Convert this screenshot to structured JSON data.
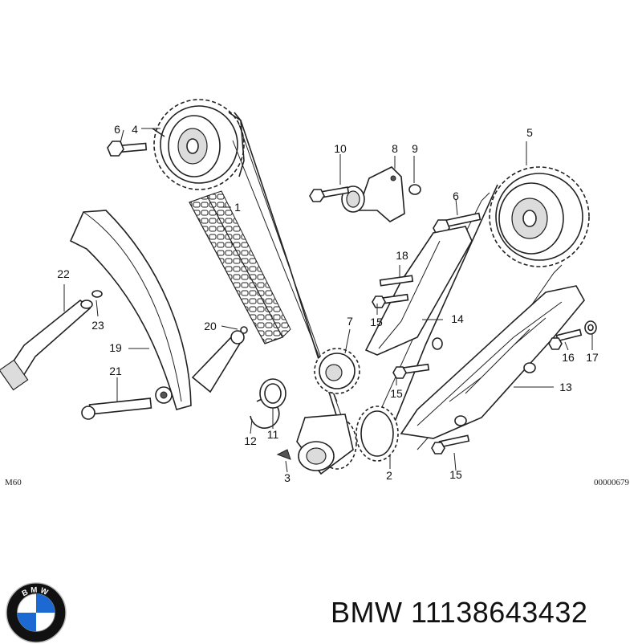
{
  "diagram": {
    "model_label": "M60",
    "drawing_number": "00000679",
    "callouts": {
      "c1": "1",
      "c2": "2",
      "c3": "3",
      "c4": "4",
      "c5": "5",
      "c6a": "6",
      "c6b": "6",
      "c7": "7",
      "c8": "8",
      "c9": "9",
      "c10": "10",
      "c11": "11",
      "c12": "12",
      "c13": "13",
      "c14": "14",
      "c15a": "15",
      "c15b": "15",
      "c15c": "15",
      "c16": "16",
      "c17": "17",
      "c18": "18",
      "c19": "19",
      "c20": "20",
      "c21": "21",
      "c22": "22",
      "c23": "23"
    }
  },
  "caption": {
    "text": "BMW 11138643432"
  },
  "logo": {
    "letters": "BMW",
    "colors": {
      "blue": "#1c69d4",
      "ring": "#111111",
      "white": "#ffffff"
    }
  }
}
